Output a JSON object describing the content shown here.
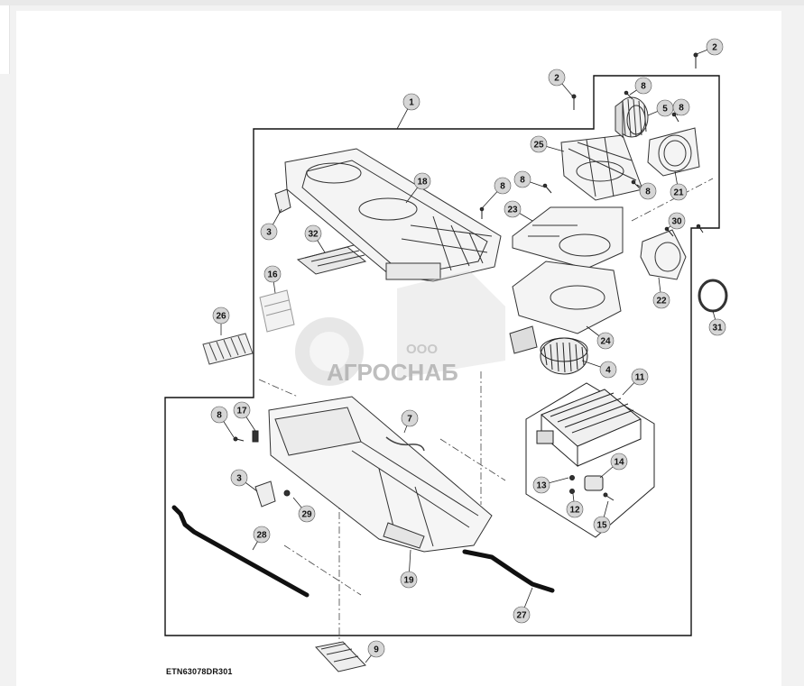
{
  "diagram": {
    "callouts": [
      "1",
      "2",
      "2",
      "3",
      "3",
      "4",
      "5",
      "7",
      "8",
      "8",
      "8",
      "8",
      "8",
      "8",
      "9",
      "11",
      "12",
      "13",
      "14",
      "15",
      "16",
      "17",
      "18",
      "19",
      "21",
      "22",
      "23",
      "24",
      "25",
      "26",
      "27",
      "28",
      "29",
      "30",
      "31",
      "32"
    ],
    "document_code": "ETN63078DR301"
  },
  "watermark": {
    "company": "ООО",
    "brand": "АГРОСНАБ"
  }
}
